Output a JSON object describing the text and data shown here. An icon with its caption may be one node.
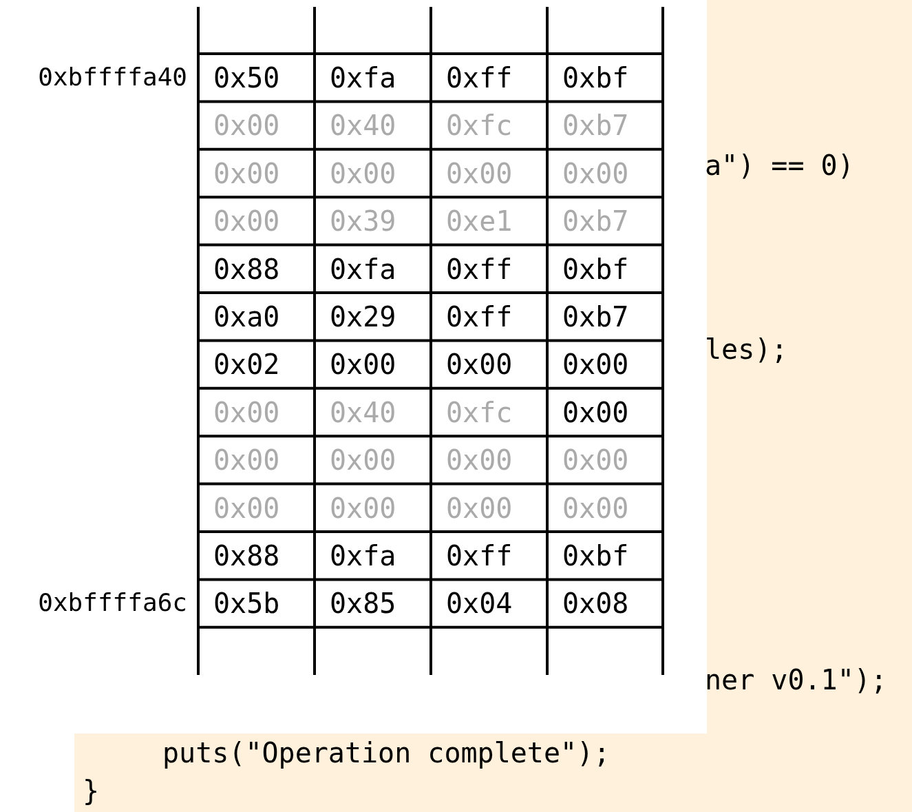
{
  "diagram": {
    "labels": [
      "0xbffffa40",
      "0x50",
      "0xfa",
      "0xff",
      "0xbf",
      "0x00",
      "0x40",
      "0xfc",
      "0xb7",
      "0x00",
      "0x00",
      "0x00",
      "0x00",
      "0x00",
      "0x39",
      "0xe1",
      "0xb7",
      "0x88",
      "0xfa",
      "0xff",
      "0xbf",
      "0xa0",
      "0x29",
      "0xff",
      "0xb7",
      "0x02",
      "0x00",
      "0x00",
      "0x00",
      "0x00",
      "0x40",
      "0xfc",
      "0x00",
      "0x00",
      "0x00",
      "0x00",
      "0x00",
      "0x00",
      "0x00",
      "0x00",
      "0x00",
      "0x88",
      "0xfa",
      "0xff",
      "0xbf",
      "0xbffffa6c",
      "0x5b",
      "0x85",
      "0x04",
      "0x08",
      "a\") == 0)",
      "les);",
      "ner v0.1\");",
      "puts(\"Operation complete\");",
      "}"
    ]
  }
}
